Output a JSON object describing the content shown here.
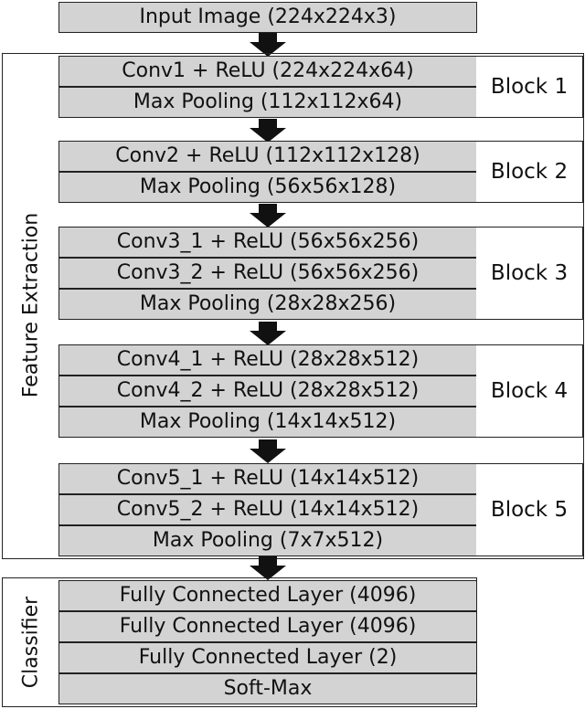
{
  "input": {
    "label": "Input Image (224x224x3)"
  },
  "feature_extraction": {
    "label": "Feature Extraction",
    "blocks": [
      {
        "label": "Block 1",
        "layers": [
          "Conv1 + ReLU (224x224x64)",
          "Max Pooling (112x112x64)"
        ]
      },
      {
        "label": "Block 2",
        "layers": [
          "Conv2 + ReLU (112x112x128)",
          "Max Pooling (56x56x128)"
        ]
      },
      {
        "label": "Block 3",
        "layers": [
          "Conv3_1 + ReLU (56x56x256)",
          "Conv3_2 + ReLU (56x56x256)",
          "Max Pooling (28x28x256)"
        ]
      },
      {
        "label": "Block 4",
        "layers": [
          "Conv4_1 + ReLU (28x28x512)",
          "Conv4_2 + ReLU (28x28x512)",
          "Max Pooling (14x14x512)"
        ]
      },
      {
        "label": "Block 5",
        "layers": [
          "Conv5_1 + ReLU (14x14x512)",
          "Conv5_2 + ReLU (14x14x512)",
          "Max Pooling (7x7x512)"
        ]
      }
    ]
  },
  "classifier": {
    "label": "Classifier",
    "layers": [
      "Fully Connected Layer (4096)",
      "Fully Connected Layer (4096)",
      "Fully Connected Layer (2)",
      "Soft-Max"
    ]
  }
}
